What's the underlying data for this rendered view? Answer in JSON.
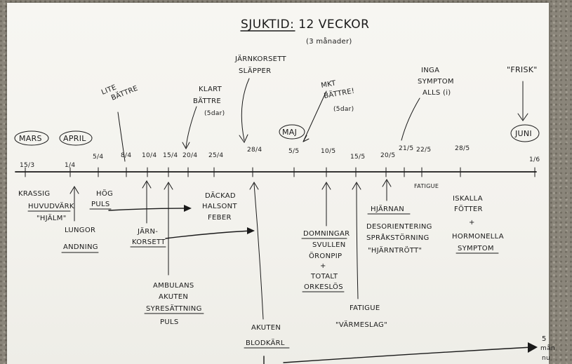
{
  "title": "SJUKTID: 12 VECKOR",
  "subtitle": "(3 månader)",
  "months": [
    "MARS",
    "APRIL",
    "MAJ",
    "JUNI"
  ],
  "ticks": [
    "15/3",
    "1/4",
    "5/4",
    "8/4",
    "10/4",
    "15/4",
    "20/4",
    "25/4",
    "28/4",
    "5/5",
    "10/5",
    "15/5",
    "20/5",
    "21/5",
    "22/5",
    "28/5",
    "1/6"
  ],
  "above": {
    "lite": [
      "LITE",
      "BÄTTRE"
    ],
    "klart": [
      "KLART",
      "BÄTTRE",
      "(5dar)"
    ],
    "jarnkorsett": [
      "JÄRNKORSETT",
      "SLÄPPER"
    ],
    "mkt": [
      "MKT",
      "BÄTTRE!",
      "(5dar)"
    ],
    "inga": [
      "INGA",
      "SYMPTOM",
      "ALLS (i)"
    ],
    "frisk": "\"FRISK\""
  },
  "below": {
    "krassig": "KRASSIG",
    "huvudvark": [
      "HUVUDVÄRK",
      "\"HJÄLM\""
    ],
    "lungor": [
      "LUNGOR",
      "ANDNING"
    ],
    "hog": [
      "HÖG",
      "PULS"
    ],
    "jarn": [
      "JÄRN-",
      "KORSETT"
    ],
    "ambulans": [
      "AMBULANS",
      "AKUTEN",
      "SYRESÄTTNING",
      "PULS"
    ],
    "dackad": [
      "DÄCKAD",
      "HALSONT",
      "FEBER"
    ],
    "akuten": [
      "AKUTEN",
      "BLODKÄRL"
    ],
    "domningar": [
      "DOMNINGAR",
      "SVULLEN",
      "ÖRONPIP",
      "+",
      "TOTALT",
      "ORKESLÖS"
    ],
    "fatigue1": [
      "FATIGUE",
      "\"VÄRMESLAG\""
    ],
    "hjarnan": "HJÄRNAN",
    "desorientering": [
      "DESORIENTERING",
      "SPRÅKSTÖRNING",
      "\"HJÄRNTRÖTT\""
    ],
    "fatigue2": "FATIGUE",
    "iskalla": [
      "ISKALLA",
      "FÖTTER",
      "+",
      "HORMONELLA",
      "SYMPTOM"
    ],
    "corner": [
      "5",
      "mån",
      "nu"
    ]
  }
}
